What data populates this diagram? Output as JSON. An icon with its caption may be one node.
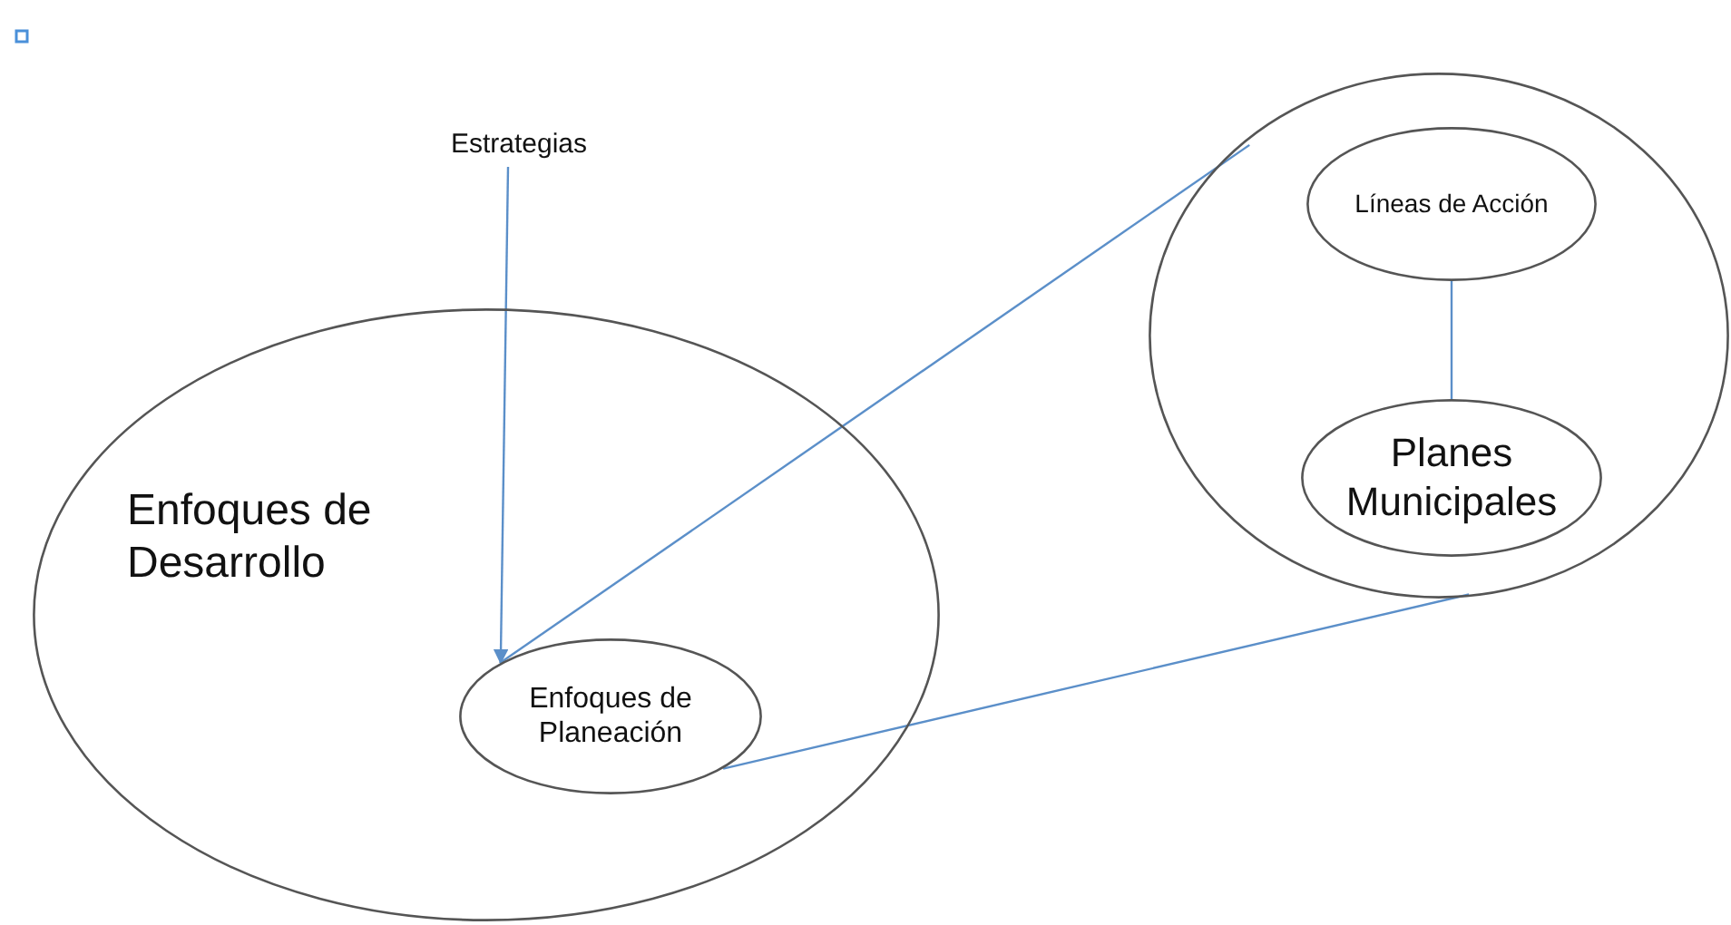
{
  "diagram": {
    "nodes": [
      {
        "text": [
          "Estrategias"
        ]
      },
      {
        "text": [
          "Enfoques de Desarrollo"
        ]
      },
      {
        "text": [
          "Enfoques de Planeación"
        ],
        "in": 1
      },
      {
        "text": [],
        "shape": "circle"
      },
      {
        "text": [
          "Líneas de Acción"
        ],
        "in": 3
      },
      {
        "text": [
          "Planes Municipales"
        ],
        "in": 3
      }
    ],
    "edges": [
      {
        "from": 0,
        "to": 2,
        "arrow": "to"
      },
      {
        "from": 2,
        "to": 3,
        "arrow": "none"
      },
      {
        "from": 2,
        "to": 3,
        "arrow": "none"
      },
      {
        "from": 4,
        "to": 5,
        "arrow": "none"
      }
    ]
  }
}
